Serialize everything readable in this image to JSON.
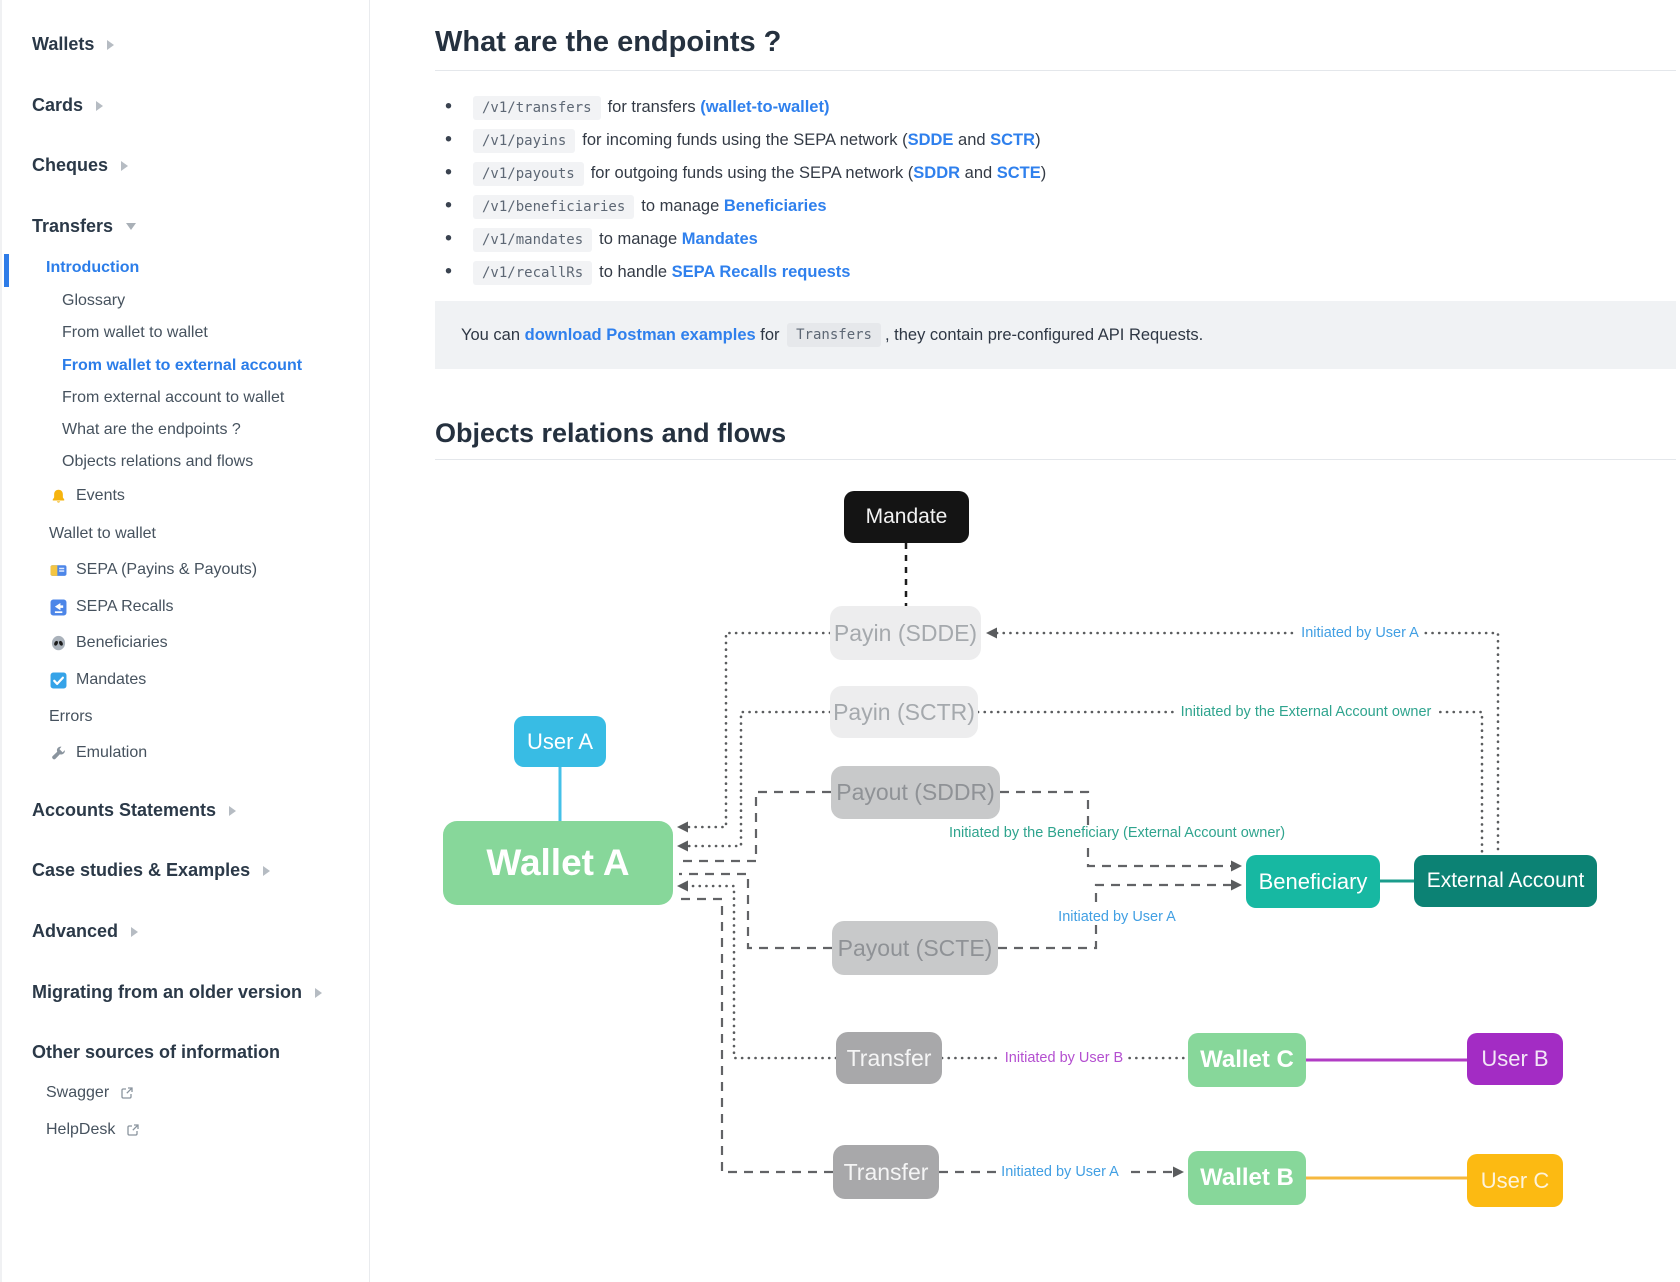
{
  "sidebar": {
    "items": [
      {
        "label": "Wallets"
      },
      {
        "label": "Cards"
      },
      {
        "label": "Cheques"
      },
      {
        "label": "Transfers"
      },
      {
        "label": "Introduction"
      },
      {
        "label": "Glossary"
      },
      {
        "label": "From wallet to wallet"
      },
      {
        "label": "From wallet to external account"
      },
      {
        "label": "From external account to wallet"
      },
      {
        "label": "What are the endpoints ?"
      },
      {
        "label": "Objects relations and flows"
      },
      {
        "label": "Events",
        "icon": "bell"
      },
      {
        "label": "Wallet to wallet"
      },
      {
        "label": "SEPA (Payins & Payouts)",
        "icon": "card"
      },
      {
        "label": "SEPA Recalls",
        "icon": "back-arrow"
      },
      {
        "label": "Beneficiaries",
        "icon": "alien"
      },
      {
        "label": "Mandates",
        "icon": "checkbox"
      },
      {
        "label": "Errors"
      },
      {
        "label": "Emulation",
        "icon": "wrench"
      },
      {
        "label": "Accounts Statements"
      },
      {
        "label": "Case studies & Examples"
      },
      {
        "label": "Advanced"
      },
      {
        "label": "Migrating from an older version"
      },
      {
        "label": "Other sources of information"
      },
      {
        "label": "Swagger"
      },
      {
        "label": "HelpDesk"
      }
    ]
  },
  "content": {
    "h1": "What are the endpoints ?",
    "bullets": [
      {
        "code": "/v1/transfers",
        "seg1": "for transfers ",
        "link1": "(wallet-to-wallet)",
        "seg2": "",
        "link2": "",
        "seg3": ""
      },
      {
        "code": "/v1/payins",
        "seg1": "for incoming funds using the SEPA network (",
        "link1": "SDDE",
        "seg2": " and ",
        "link2": "SCTR",
        "seg3": ")"
      },
      {
        "code": "/v1/payouts",
        "seg1": "for outgoing funds using the SEPA network (",
        "link1": "SDDR",
        "seg2": " and ",
        "link2": "SCTE",
        "seg3": ")"
      },
      {
        "code": "/v1/beneficiaries",
        "seg1": "to manage ",
        "link1": "Beneficiaries",
        "seg2": "",
        "link2": "",
        "seg3": ""
      },
      {
        "code": "/v1/mandates",
        "seg1": "to manage ",
        "link1": "Mandates",
        "seg2": "",
        "link2": "",
        "seg3": ""
      },
      {
        "code": "/v1/recallRs",
        "seg1": "to handle ",
        "link1": "SEPA Recalls requests",
        "seg2": "",
        "link2": "",
        "seg3": ""
      }
    ],
    "note": {
      "seg1": "You can ",
      "link": "download Postman examples",
      "seg2": " for ",
      "code": "Transfers",
      "seg3": ", they contain pre-configured API Requests."
    },
    "h2": "Objects relations and flows"
  },
  "diagram": {
    "nodes": {
      "mandate": "Mandate",
      "payin_sdde": "Payin (SDDE)",
      "payin_sctr": "Payin (SCTR)",
      "payout_sddr": "Payout (SDDR)",
      "payout_scte": "Payout (SCTE)",
      "user_a": "User A",
      "wallet_a": "Wallet A",
      "beneficiary": "Beneficiary",
      "external_account": "External Account",
      "transfer_1": "Transfer",
      "wallet_c": "Wallet C",
      "user_b": "User B",
      "transfer_2": "Transfer",
      "wallet_b": "Wallet B",
      "user_c": "User C"
    },
    "edge_labels": {
      "payin_sdde": "Initiated by User A",
      "payin_sctr": "Initiated by the External Account owner",
      "payout_sddr": "Initiated by the Beneficiary (External Account owner)",
      "payout_scte": "Initiated by User A",
      "transfer_1": "Initiated by User B",
      "transfer_2": "Initiated by User A"
    }
  },
  "colors": {
    "accent_blue": "#2e7ce8",
    "link_blue": "#2f80ed",
    "sidebar_header": "#2b3948",
    "node_mandate_bg": "#141414",
    "node_payin_bg": "#ededee",
    "node_payout_bg": "#c8c9ca",
    "node_transfer_bg": "#a8a8aa",
    "node_user_a_bg": "#38bce4",
    "node_wallet_bg": "#87d79a",
    "node_beneficiary_bg": "#17b8a2",
    "node_external_account_bg": "#0c8274",
    "node_user_b_bg": "#a32cc4",
    "node_user_c_bg": "#fcba12",
    "edge_label_blue": "#419fe3",
    "edge_label_teal": "#2fa48e",
    "edge_label_purple": "#b44fd0",
    "line_user_a_wallet_a": "#45c1e8",
    "line_wallet_c_user_b": "#b13cc4",
    "line_wallet_b_user_c": "#f6b83f",
    "line_beneficiary_external_account": "#1b9c8c"
  }
}
